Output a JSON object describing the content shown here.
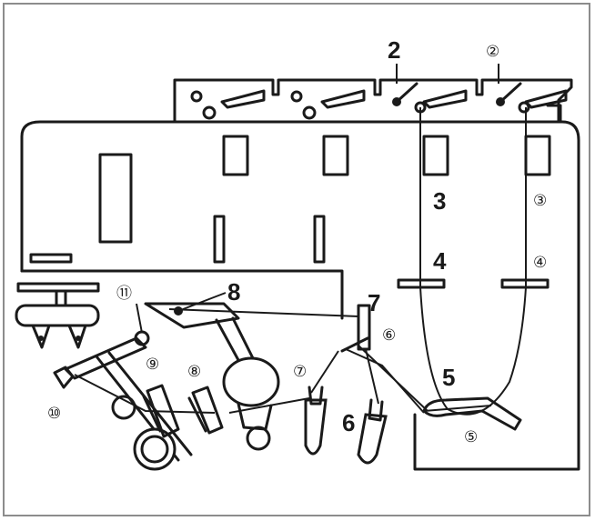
{
  "labels": {
    "l2": "2",
    "c2": "②",
    "l3": "3",
    "c3": "③",
    "l4": "4",
    "c4": "④",
    "l5": "5",
    "c5": "⑤",
    "l6": "6",
    "c6": "⑥",
    "l7": "7",
    "c7": "⑦",
    "l8": "8",
    "c8": "⑧",
    "c9": "⑨",
    "c10": "⑩",
    "c11": "⑪"
  },
  "colors": {
    "ink": "#1a1a1a",
    "border": "#8c8c8c",
    "background": "#ffffff"
  }
}
